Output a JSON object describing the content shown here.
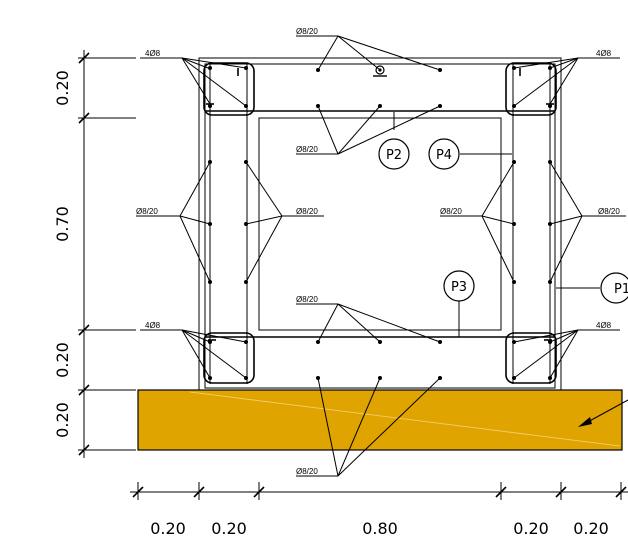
{
  "bar_labels": {
    "stirrups": "Ø8/20",
    "corner_bars": "4Ø8"
  },
  "positions": {
    "p2": "P2",
    "p3": "P3",
    "p4": "P4",
    "p1_partial": "P1"
  },
  "dimensions": {
    "vertical": [
      "0.20",
      "0.70",
      "0.20",
      "0.20"
    ],
    "horizontal": [
      "0.20",
      "0.20",
      "0.80",
      "0.20",
      "0.20"
    ]
  },
  "colors": {
    "footing_fill": "#E0A400",
    "line": "#000000"
  }
}
